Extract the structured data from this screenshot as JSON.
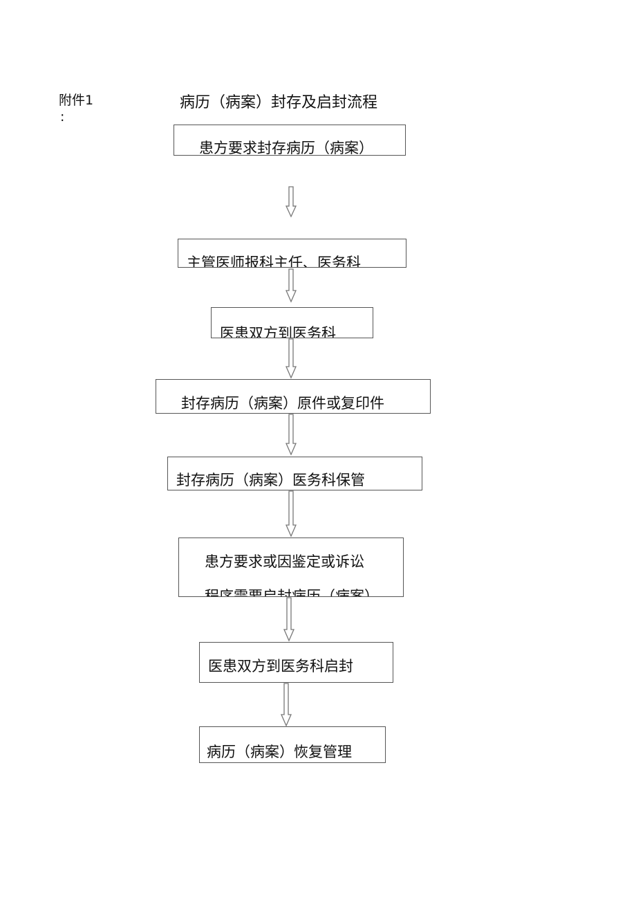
{
  "header": {
    "attachment_label": "附件1",
    "attachment_colon": ":"
  },
  "title": "病历（病案）封存及启封流程",
  "steps": [
    {
      "lines": [
        "患方要求封存病历（病案）"
      ]
    },
    {
      "lines": [
        "主管医师报科主任、医务科"
      ]
    },
    {
      "lines": [
        "医患双方到医务科"
      ]
    },
    {
      "lines": [
        "封存病历（病案）原件或复印件"
      ]
    },
    {
      "lines": [
        "封存病历（病案）医务科保管"
      ]
    },
    {
      "lines": [
        "患方要求或因鉴定或诉讼",
        "程序需要启封病历（病案）"
      ]
    },
    {
      "lines": [
        "医患双方到医务科启封"
      ]
    },
    {
      "lines": [
        "病历（病案）恢复管理"
      ]
    }
  ],
  "colors": {
    "border": "#555555",
    "arrow": "#777777"
  }
}
